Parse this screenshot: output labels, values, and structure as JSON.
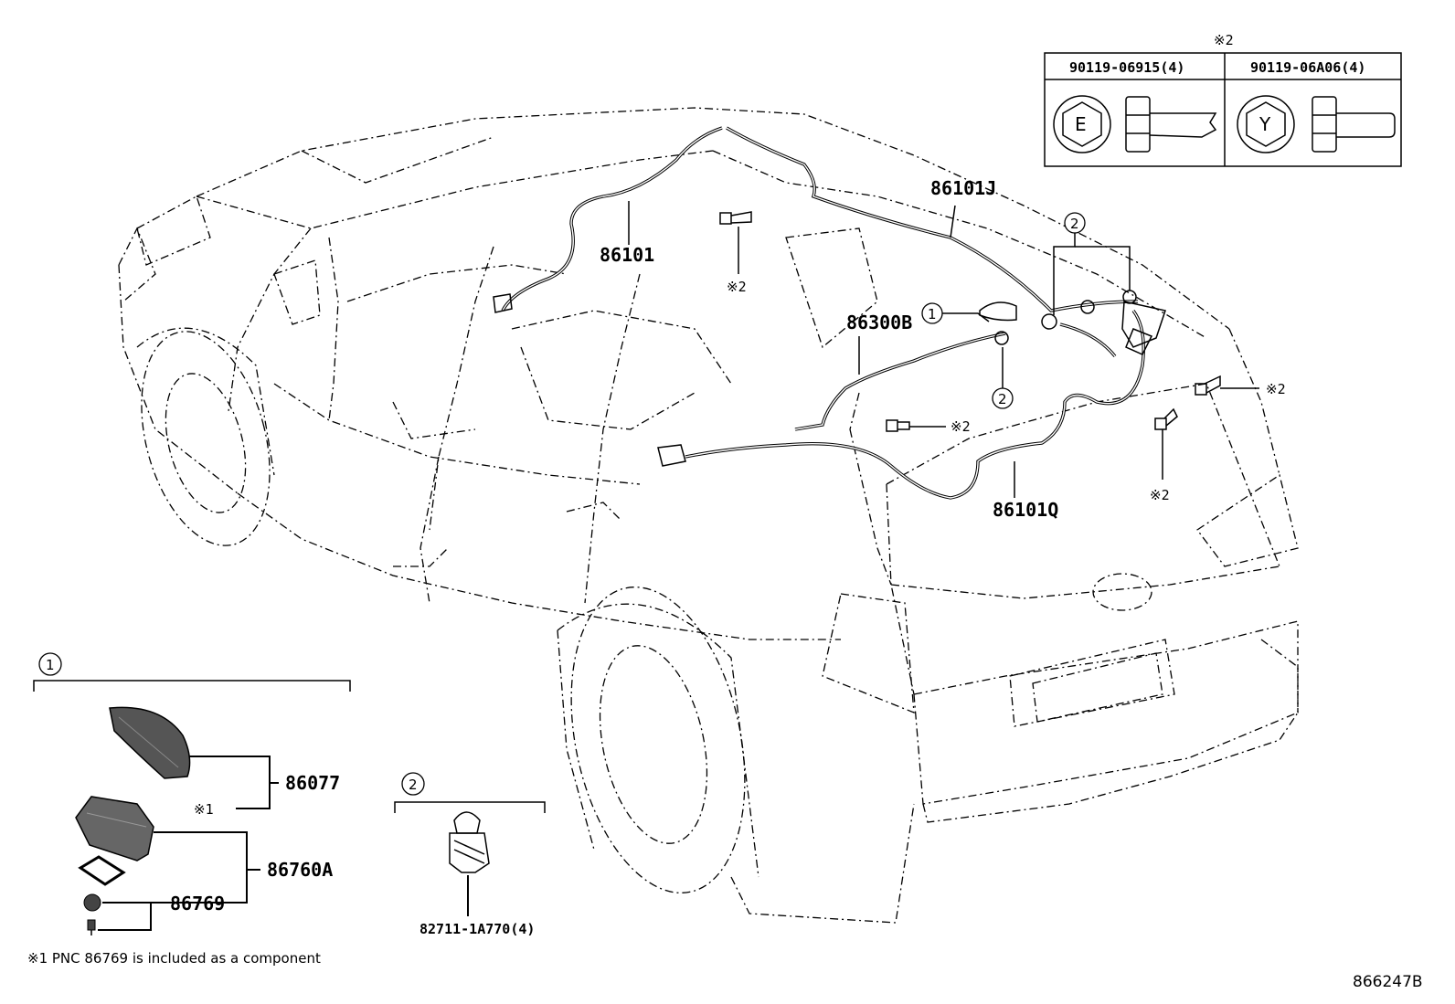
{
  "diagram": {
    "code": "866247B",
    "footnote": "※1 PNC 86769 is included as a component",
    "labels": {
      "p86101J": "86101J",
      "p86101": "86101",
      "p86300B": "86300B",
      "p86101Q": "86101Q",
      "p86077": "86077",
      "p86760A": "86760A",
      "p86769": "86769",
      "p82711": "82711-1A770(4)",
      "mark2": "※2",
      "mark1": "※1",
      "circle1": "1",
      "circle2": "2"
    },
    "bolt_table": {
      "header_mark": "※2",
      "col1": "90119-06915(4)",
      "col2": "90119-06A06(4)",
      "head1": "E",
      "head2": "Y"
    }
  }
}
